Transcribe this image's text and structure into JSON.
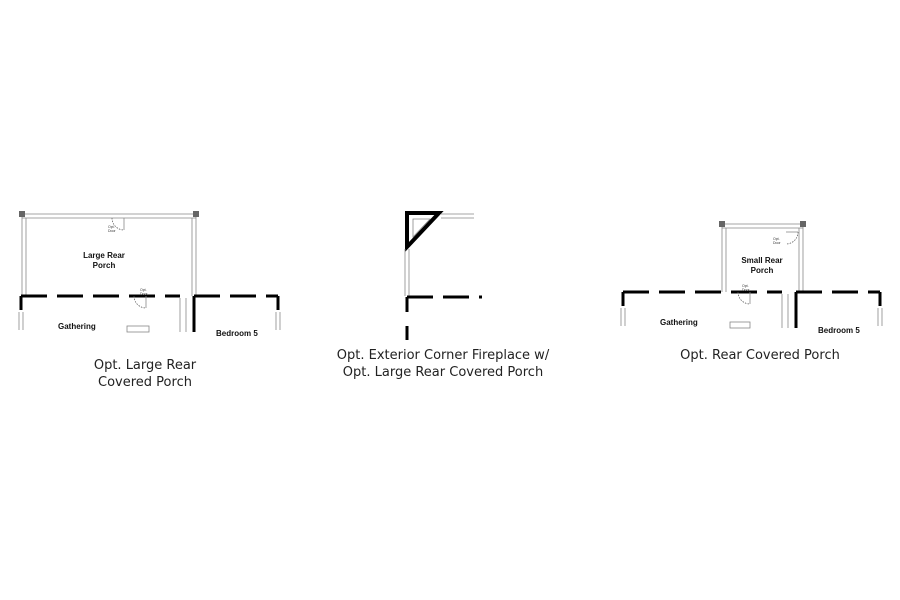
{
  "plans": [
    {
      "id": "large-porch",
      "rooms": {
        "porch": "Large Rear Porch",
        "gathering": "Gathering",
        "bedroom": "Bedroom 5"
      },
      "door_labels": [
        "Opt. Door",
        "Opt. Door"
      ],
      "caption": "Opt. Large Rear\nCovered Porch"
    },
    {
      "id": "corner-fireplace",
      "caption": "Opt. Exterior Corner Fireplace w/\nOpt. Large Rear Covered Porch"
    },
    {
      "id": "small-porch",
      "rooms": {
        "porch": "Small Rear Porch",
        "gathering": "Gathering",
        "bedroom": "Bedroom 5"
      },
      "door_labels": [
        "Opt. Door",
        "Opt. Door"
      ],
      "caption": "Opt. Rear Covered Porch"
    }
  ]
}
